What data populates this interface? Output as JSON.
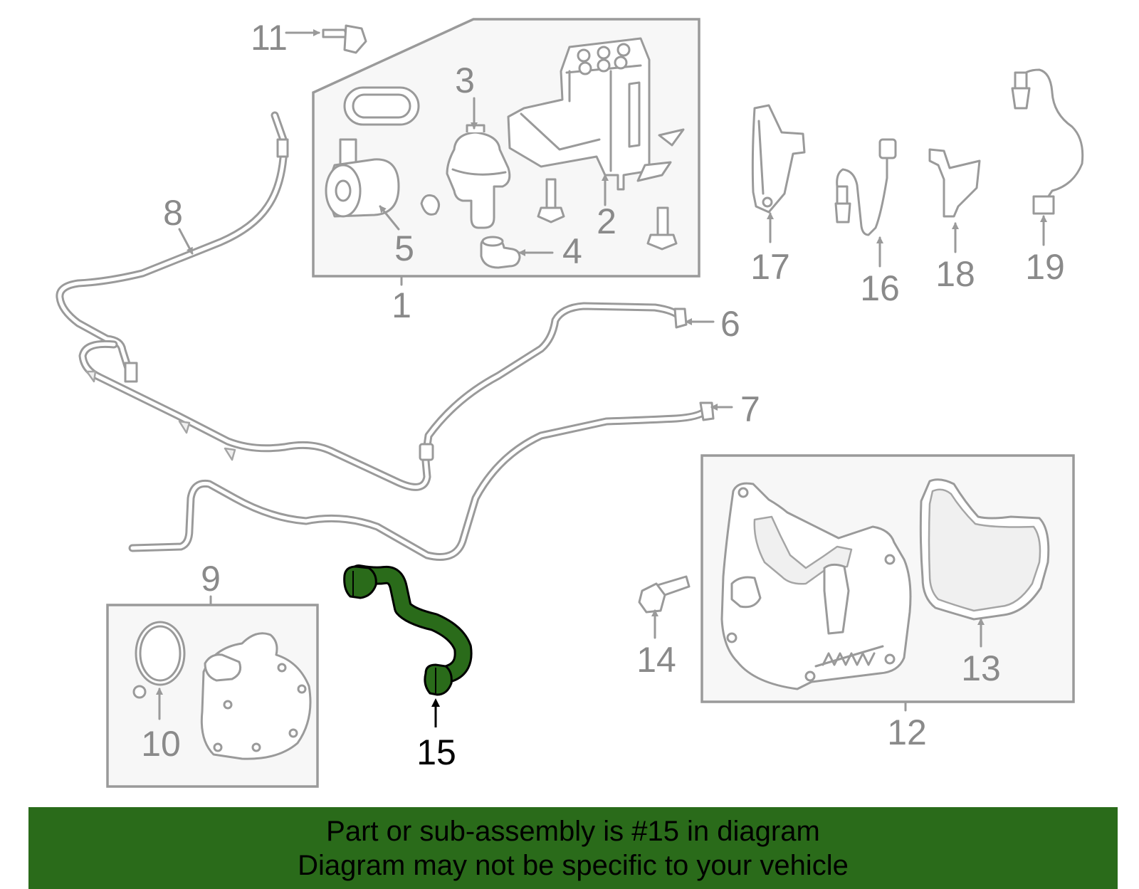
{
  "callouts": {
    "c1": "1",
    "c2": "2",
    "c3": "3",
    "c4": "4",
    "c5": "5",
    "c6": "6",
    "c7": "7",
    "c8": "8",
    "c9": "9",
    "c10": "10",
    "c11": "11",
    "c12": "12",
    "c13": "13",
    "c14": "14",
    "c15": "15",
    "c16": "16",
    "c17": "17",
    "c18": "18",
    "c19": "19"
  },
  "highlight": {
    "part_number": "15",
    "color": "#2a6b1a"
  },
  "banner": {
    "line1": "Part or sub-assembly is #15 in diagram",
    "line2": "Diagram may not be specific to your vehicle",
    "background": "#2a6b1a"
  },
  "colors": {
    "line_art": "#9a9a9a",
    "highlight_part": "#2a6b1a",
    "highlight_label": "#000000"
  }
}
